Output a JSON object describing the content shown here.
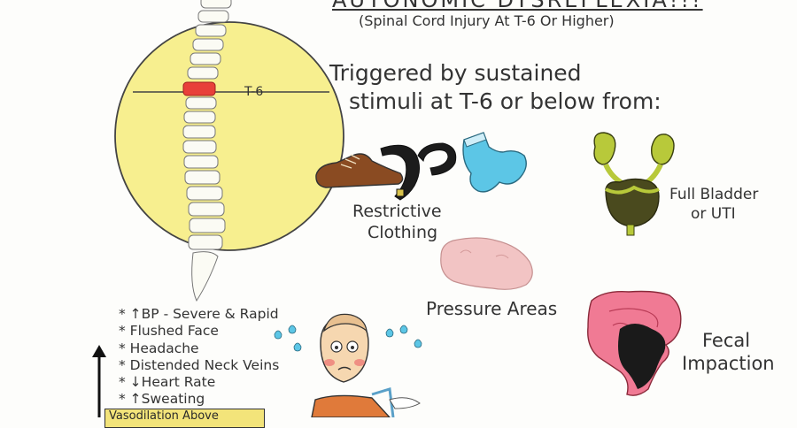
{
  "title": "AUTONOMIC DYSREFLEXIA!!!",
  "subtitle": "(Spinal Cord Injury At T-6 Or Higher)",
  "spine_level_label": "T-6",
  "trigger_text": {
    "line1": "Triggered by sustained",
    "line2": "stimuli at T-6 or below from:"
  },
  "stimuli": {
    "clothing": {
      "line1": "Restrictive",
      "line2": "Clothing"
    },
    "bladder": {
      "line1": "Full Bladder",
      "line2": "or UTI"
    },
    "pressure": "Pressure Areas",
    "fecal": {
      "line1": "Fecal",
      "line2": "Impaction"
    }
  },
  "symptoms": [
    "* ↑BP - Severe & Rapid",
    "* Flushed Face",
    "* Headache",
    "* Distended Neck Veins",
    "* ↓Heart Rate",
    "* ↑Sweating"
  ],
  "bottom_box_text": "Vasodilation Above",
  "colors": {
    "sun": "#f7ef8f",
    "spine_injury": "#e8403a",
    "bladder_green": "#b8c93a",
    "bladder_dark": "#4a4a1e",
    "colon_pink": "#f07a94",
    "stool": "#1a1a1a",
    "skin_pink": "#f2c4c4",
    "sock_blue": "#5cc6e6",
    "shoe_brown": "#8a4b22"
  }
}
